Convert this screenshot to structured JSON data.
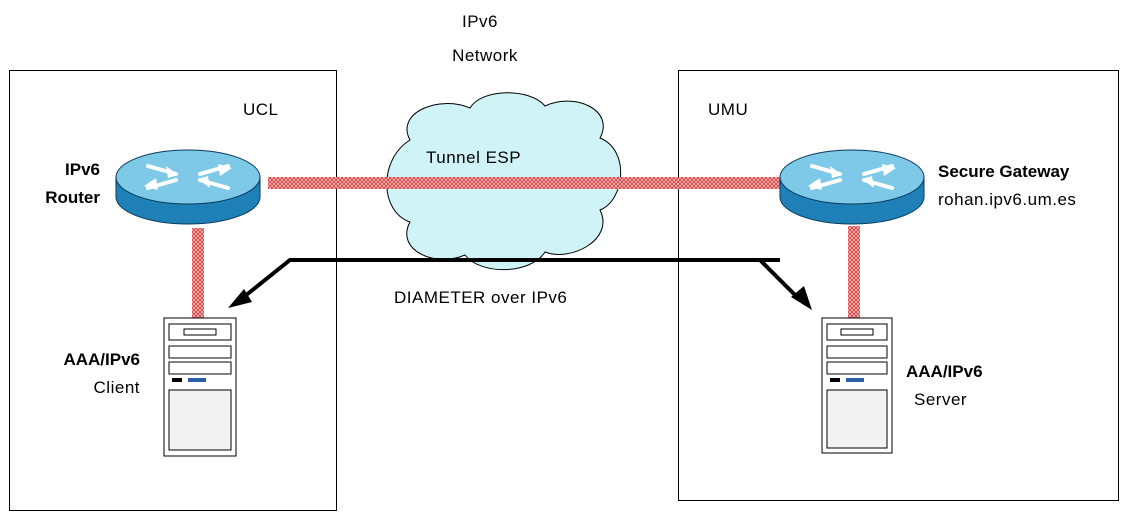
{
  "network": {
    "line1": "IPv6",
    "line2": "Network"
  },
  "left_site": {
    "name": "UCL",
    "router": {
      "line1": "IPv6",
      "line2": "Router"
    },
    "server": {
      "line1": "AAA/IPv6",
      "line2": "Client"
    }
  },
  "right_site": {
    "name": "UMU",
    "router": {
      "line1": "Secure Gateway",
      "line2": "rohan.ipv6.um.es"
    },
    "server": {
      "line1": "AAA/IPv6",
      "line2": "Server"
    }
  },
  "tunnel_label": "Tunnel ESP",
  "protocol_label": "DIAMETER over IPv6",
  "colors": {
    "tunnel": "#e05a5a",
    "cloud_fill": "#cff3f7",
    "router_top": "#7ec8e8",
    "router_side": "#1f80b8"
  },
  "icons": [
    "router-icon",
    "server-icon",
    "cloud-icon"
  ]
}
